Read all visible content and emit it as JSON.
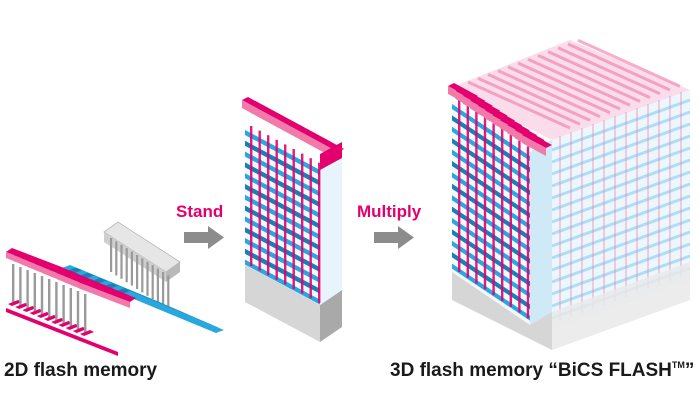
{
  "captions": {
    "left": "2D flash memory",
    "right_main": "3D flash memory “BiCS FLASH",
    "right_tm": "TM",
    "right_close": "”"
  },
  "steps": {
    "stand": "Stand",
    "multiply": "Multiply"
  },
  "colors": {
    "magenta": "#e3006e",
    "magenta_light": "#f07aa9",
    "cyan": "#29a8e0",
    "cyan_dark": "#1a7fb5",
    "cyan_light": "#9fd7f3",
    "gray": "#d0d0d0",
    "gray_dark": "#9a9a9a",
    "arrow": "#8c8c8c"
  },
  "icons": {
    "arrow_1": "right-arrow-icon",
    "arrow_2": "right-arrow-icon"
  }
}
